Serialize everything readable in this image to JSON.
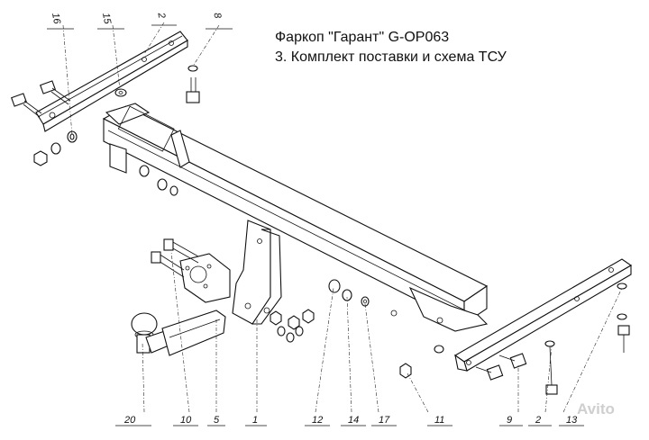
{
  "header": {
    "title": "Фаркоп \"Гарант\" G-OP063",
    "subtitle": "3. Комплект поставки и схема ТСУ"
  },
  "callouts": [
    "16",
    "15",
    "2",
    "8",
    "20",
    "10",
    "5",
    "1",
    "12",
    "14",
    "17",
    "11",
    "9",
    "2",
    "13"
  ],
  "watermark": "Avito"
}
